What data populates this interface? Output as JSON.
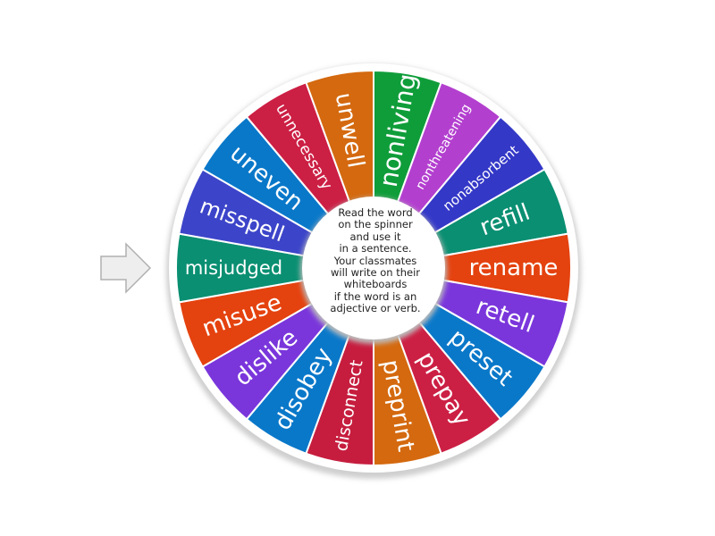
{
  "wheel": {
    "instructions_lines": [
      "Read the word",
      "on the spinner",
      "and use it",
      "in a sentence.",
      "Your classmates",
      "will write on their",
      "whiteboards",
      "if the word is an",
      "adjective or verb."
    ],
    "segments": [
      {
        "label": "nonliving",
        "color": "#0f9d3a",
        "icon": "",
        "size": 28
      },
      {
        "label": "nonthreatening",
        "color": "#b33fcf",
        "icon": "",
        "size": 14
      },
      {
        "label": "nonabsorbent",
        "color": "#3438c7",
        "icon": "",
        "size": 15
      },
      {
        "label": "refill",
        "color": "#0a8f72",
        "icon": "",
        "size": 26
      },
      {
        "label": "rename",
        "color": "#e4420f",
        "icon": "",
        "size": 26
      },
      {
        "label": "retell",
        "color": "#7a36db",
        "icon": "",
        "size": 26
      },
      {
        "label": "preset",
        "color": "#0a78c9",
        "icon": "",
        "size": 26
      },
      {
        "label": "prepay",
        "color": "#cc1f44",
        "icon": "",
        "size": 26
      },
      {
        "label": "preprint",
        "color": "#d4690f",
        "icon": "",
        "size": 26
      },
      {
        "label": "disconnect",
        "color": "#c61d3e",
        "icon": "",
        "size": 19
      },
      {
        "label": "disobey",
        "color": "#0a78c9",
        "icon": "",
        "size": 26
      },
      {
        "label": "dislike",
        "color": "#7a36db",
        "icon": "",
        "size": 26
      },
      {
        "label": "misuse",
        "color": "#e4420f",
        "icon": "",
        "size": 26
      },
      {
        "label": "misjudged",
        "color": "#0a8f72",
        "icon": "",
        "size": 21
      },
      {
        "label": "misspell",
        "color": "#3c45c9",
        "icon": "",
        "size": 24
      },
      {
        "label": "uneven",
        "color": "#0a78c9",
        "icon": "",
        "size": 26
      },
      {
        "label": "unnecessary",
        "color": "#cc1f44",
        "icon": "",
        "size": 17
      },
      {
        "label": "unwell",
        "color": "#d4690f",
        "icon": "",
        "size": 26
      }
    ]
  },
  "pointer": {
    "icon": "arrow-right-icon",
    "fill": "#eeeeee",
    "stroke": "#b0b0b0"
  },
  "colors": {
    "rim": "#ffffff",
    "rim_shadow": "#dadada",
    "hub": "#ffffff"
  }
}
